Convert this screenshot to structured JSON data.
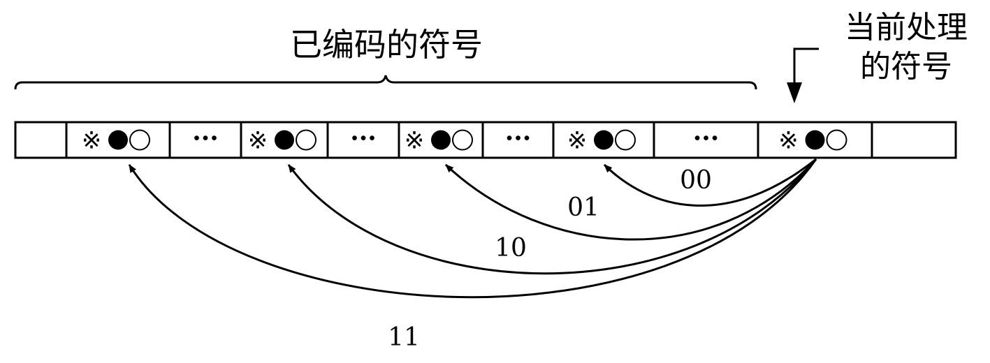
{
  "labels": {
    "encoded_symbols": "已编码的符号",
    "current_symbol_line1": "当前处理",
    "current_symbol_line2": "的符号"
  },
  "cells": [
    {
      "kind": "empty",
      "text": ""
    },
    {
      "kind": "symbol",
      "text": "※●○"
    },
    {
      "kind": "ellipsis",
      "text": "···"
    },
    {
      "kind": "symbol",
      "text": "※●○"
    },
    {
      "kind": "ellipsis",
      "text": "···"
    },
    {
      "kind": "symbol",
      "text": "※●○"
    },
    {
      "kind": "ellipsis",
      "text": "···"
    },
    {
      "kind": "symbol",
      "text": "※●○"
    },
    {
      "kind": "ellipsis",
      "text": "···"
    },
    {
      "kind": "symbol",
      "text": "※●○"
    },
    {
      "kind": "empty",
      "text": ""
    }
  ],
  "arrows": [
    {
      "code": "00",
      "to_cell": 7
    },
    {
      "code": "01",
      "to_cell": 5
    },
    {
      "code": "10",
      "to_cell": 3
    },
    {
      "code": "11",
      "to_cell": 1
    }
  ],
  "colors": {
    "stroke": "#000000",
    "background": "#ffffff"
  }
}
